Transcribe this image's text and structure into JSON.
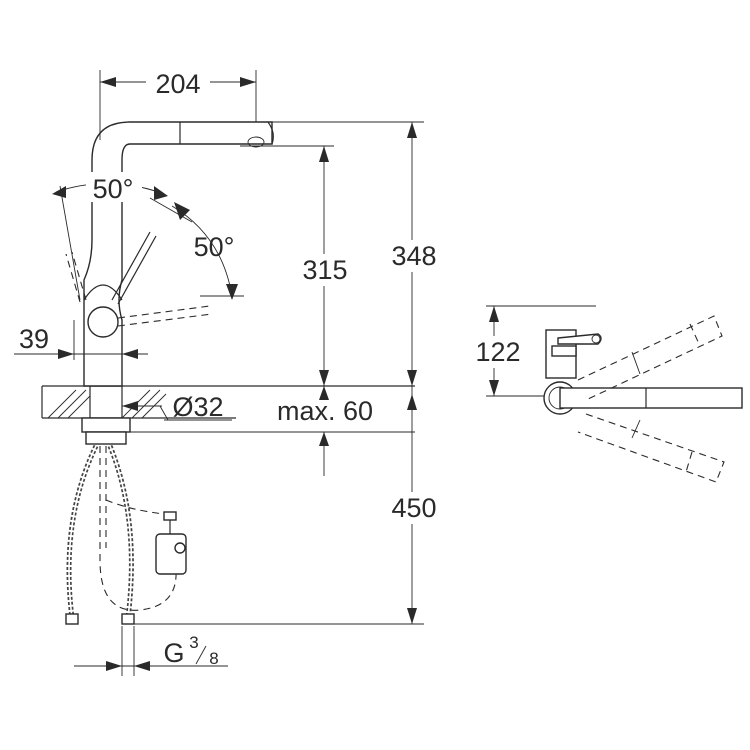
{
  "dimensions": {
    "spout_reach": "204",
    "spout_height": "315",
    "total_height": "348",
    "below_counter": "450",
    "swivel_angle_1": "50°",
    "swivel_angle_2": "50°",
    "base_offset": "39",
    "hole_diameter": "Ø32",
    "counter_thickness": "max. 60",
    "side_height": "122",
    "connection_g": "G",
    "connection_num": "3",
    "connection_den": "8"
  }
}
